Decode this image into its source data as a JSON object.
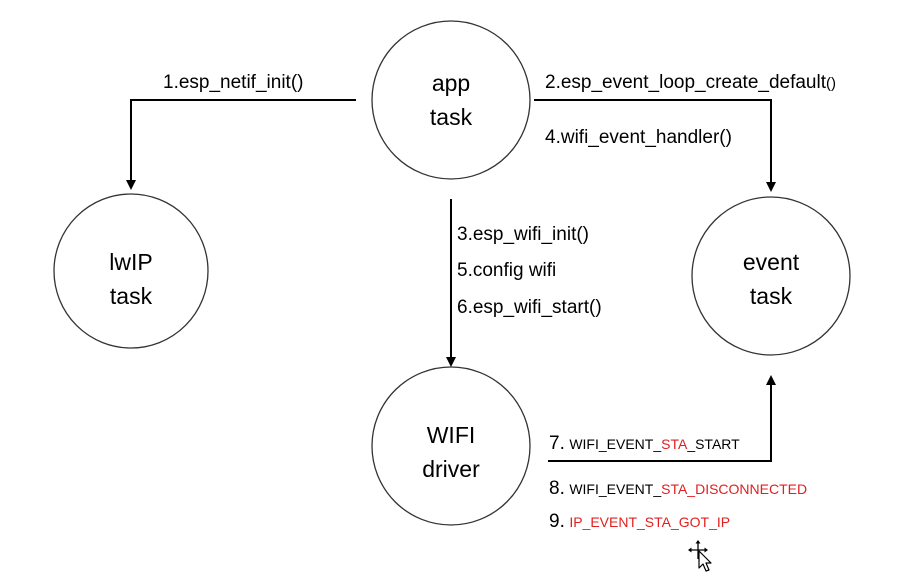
{
  "nodes": {
    "app_task": {
      "line1": "app",
      "line2": "task"
    },
    "lwip_task": {
      "line1": "lwIP",
      "line2": "task"
    },
    "event_task": {
      "line1": "event",
      "line2": "task"
    },
    "wifi_driver": {
      "line1": "WIFI",
      "line2": "driver"
    }
  },
  "edges": {
    "esp_netif_init": "1.esp_netif_init()",
    "esp_event_loop_create_default": "2.esp_event_loop_create_default",
    "esp_event_loop_create_default_parens": "()",
    "wifi_event_handler": "4.wifi_event_handler()",
    "esp_wifi_init": "3.esp_wifi_init()",
    "config_wifi": "5.config wifi",
    "esp_wifi_start": "6.esp_wifi_start()"
  },
  "events": [
    {
      "number": "7.",
      "prefix": "WIFI_EVENT_",
      "highlight": "STA",
      "suffix": "_START"
    },
    {
      "number": "8.",
      "prefix": "WIFI_EVENT_",
      "highlight": "STA_DISCONNECTED",
      "suffix": ""
    },
    {
      "number": "9.",
      "prefix": "",
      "highlight": "IP_EVENT_STA_GOT_IP",
      "suffix": ""
    }
  ],
  "colors": {
    "line": "#000000",
    "highlight": "#e02020"
  },
  "icons": {
    "cursor": "move-cursor-icon"
  }
}
